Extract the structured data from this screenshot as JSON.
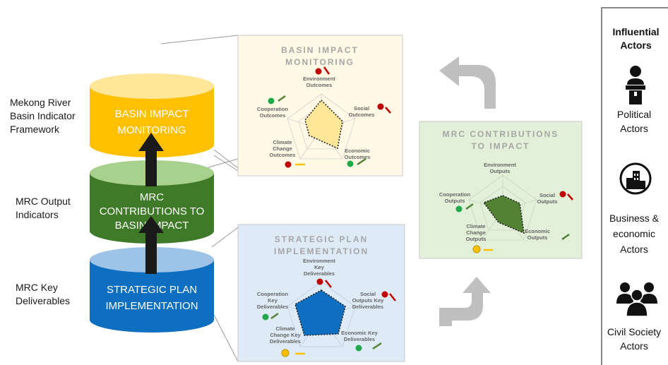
{
  "framework_labels": {
    "top": "Mekong River Basin Indicator Framework",
    "middle": "MRC Output Indicators",
    "bottom": "MRC Key Deliverables"
  },
  "cylinders": {
    "top": {
      "line1": "BASIN IMPACT",
      "line2": "MONITORING",
      "color": "#FFC000"
    },
    "middle": {
      "line1": "MRC",
      "line2": "CONTRIBUTIONS TO",
      "line3": "BASIN IMPACT",
      "color": "#3F7A28"
    },
    "bottom": {
      "line1": "STRATEGIC PLAN",
      "line2": "IMPLEMENTATION",
      "color": "#0E6FC0"
    }
  },
  "panels": {
    "basin": {
      "title1": "BASIN IMPACT",
      "title2": "MONITORING",
      "axes": {
        "environment": [
          "Environment",
          "Outcomes"
        ],
        "social": [
          "Social",
          "Outcomes"
        ],
        "economic": [
          "Economic",
          "Outcomes"
        ],
        "climate": [
          "Climate",
          "Change",
          "Outcomes"
        ],
        "cooperation": [
          "Cooperation",
          "Outcomes"
        ]
      }
    },
    "contrib": {
      "title1": "MRC CONTRIBUTIONS",
      "title2": "TO IMPACT",
      "axes": {
        "environment": [
          "Environment",
          "Outputs"
        ],
        "social": [
          "Social",
          "Outputs"
        ],
        "economic": [
          "Economic",
          "Outputs"
        ],
        "climate": [
          "Climate",
          "Change",
          "Outputs"
        ],
        "cooperation": [
          "Cooperation",
          "Outputs"
        ]
      }
    },
    "strategic": {
      "title1": "STRATEGIC PLAN",
      "title2": "IMPLEMENTATION",
      "axes": {
        "environment": [
          "Environment",
          "Key",
          "Deliverables"
        ],
        "social": [
          "Social",
          "Outputs Key",
          "Deliverables"
        ],
        "economic": [
          "Economic Key",
          "Deliverables"
        ],
        "climate": [
          "Climate",
          "Change Key",
          "Deliverables"
        ],
        "cooperation": [
          "Cooperation",
          "Key",
          "Deliverables"
        ]
      }
    }
  },
  "actors": {
    "title1": "Influential",
    "title2": "Actors",
    "political": [
      "Political",
      "Actors"
    ],
    "business": [
      "Business &",
      "economic",
      "Actors"
    ],
    "civil": [
      "Civil Society",
      "Actors"
    ]
  },
  "status_colors": {
    "red": "#C00000",
    "green": "#21A84A",
    "yellow": "#FFC000"
  }
}
